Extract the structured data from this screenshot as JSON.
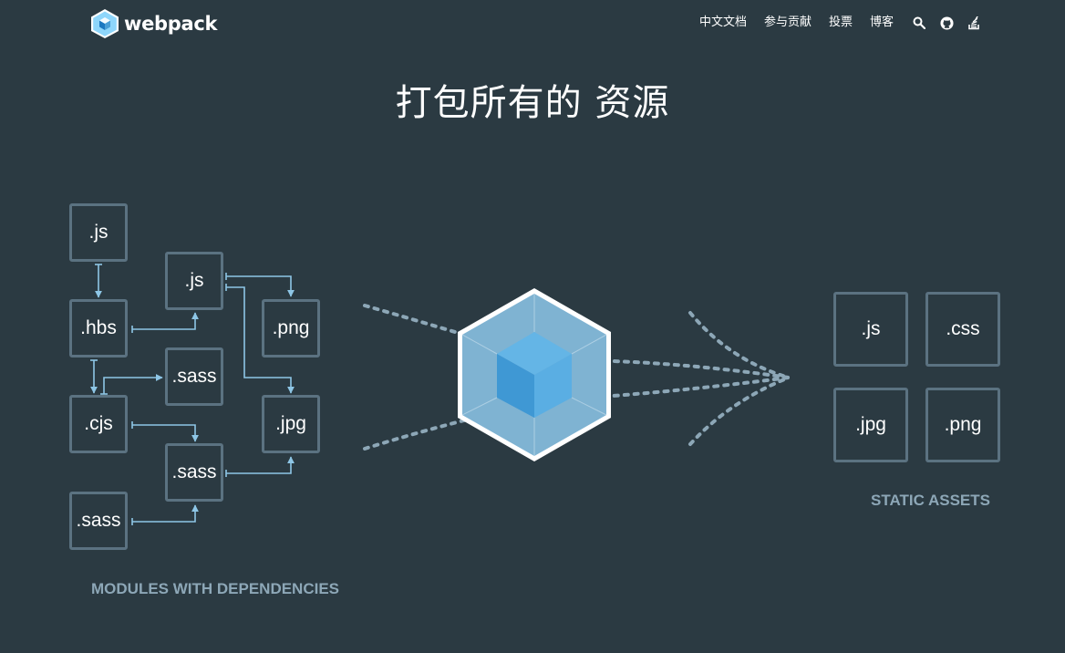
{
  "header": {
    "logo_text": "webpack",
    "nav": [
      {
        "label": "中文文档"
      },
      {
        "label": "参与贡献"
      },
      {
        "label": "投票"
      },
      {
        "label": "博客"
      }
    ],
    "icons": [
      "search-icon",
      "github-icon",
      "stackoverflow-icon"
    ]
  },
  "main": {
    "title": "打包所有的 资源",
    "modules": [
      ".js",
      ".hbs",
      ".cjs",
      ".sass",
      ".js",
      ".sass",
      ".sass",
      ".png",
      ".jpg"
    ],
    "modules_caption": "MODULES WITH DEPENDENCIES",
    "assets": [
      ".js",
      ".css",
      ".jpg",
      ".png"
    ],
    "assets_caption": "STATIC ASSETS"
  },
  "colors": {
    "background": "#2b3a42",
    "box_border": "#5b7281",
    "arrow": "#8ec6e6",
    "caption": "#8da7b7",
    "cube_light": "#8ed6fb",
    "cube_dark": "#1c78c0"
  }
}
